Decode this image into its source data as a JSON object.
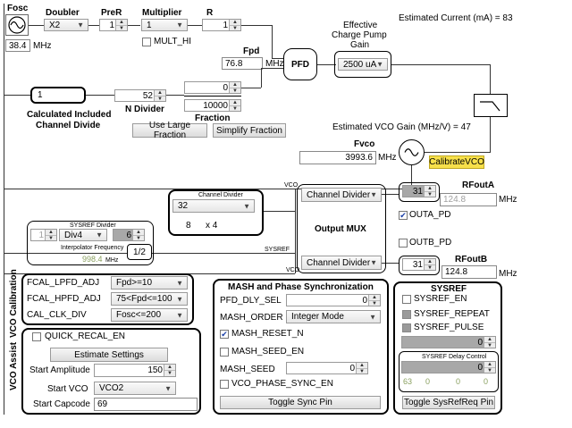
{
  "top": {
    "fosc_label": "Fosc",
    "fosc_value": "38.4",
    "fosc_unit": "MHz",
    "doubler_label": "Doubler",
    "doubler_value": "X2",
    "prer_label": "PreR",
    "prer_value": "1",
    "multiplier_label": "Multiplier",
    "multiplier_value": "1",
    "r_label": "R",
    "r_value": "1",
    "mult_hi_label": "MULT_HI",
    "fpd_label": "Fpd",
    "fpd_value": "76.8",
    "fpd_unit": "MHz",
    "pfd_label": "PFD",
    "charge_pump_label_1": "Effective",
    "charge_pump_label_2": "Charge Pump",
    "charge_pump_label_3": "Gain",
    "charge_pump_value": "2500 uA",
    "estimated_current": "Estimated Current (mA) = 83"
  },
  "divider": {
    "included_value": "1",
    "calc_label_1": "Calculated Included",
    "calc_label_2": "Channel Divide",
    "n_value": "52",
    "n_label": "N Divider",
    "frac_num": "0",
    "frac_den": "10000",
    "fraction_label": "Fraction",
    "large_fraction_btn": "Use Large Fraction",
    "simplify_btn": "Simplify Fraction",
    "vco_gain": "Estimated VCO Gain (MHz/V) = 47",
    "fvco_label": "Fvco",
    "fvco_value": "3993.6",
    "fvco_unit": "MHz",
    "calibrate_btn": "CalibrateVCO"
  },
  "channel": {
    "vco_tag": "VCO",
    "title": "Channel Divider",
    "value": "32",
    "calc_a": "8",
    "calc_b": "x 4",
    "sel_a": "Channel Divider",
    "sel_b": "Channel Divider",
    "output_mux": "Output MUX",
    "sysref_tag": "SYSREF",
    "vco_tag2": "VCO"
  },
  "outputs": {
    "a_pwr": "31",
    "a_label": "RFoutA",
    "a_freq": "124.8",
    "a_unit": "MHz",
    "outa_pd": "OUTA_PD",
    "outb_pd": "OUTB_PD",
    "b_pwr": "31",
    "b_label": "RFoutB",
    "b_freq": "124.8",
    "b_unit": "MHz"
  },
  "sysref_div": {
    "title": "SYSREF Divider",
    "v1": "1",
    "sel": "Div4",
    "v2": "6",
    "interp_label": "Interpolator Frequency",
    "interp_value": "998.4",
    "interp_unit": "MHz",
    "ratio": "1/2"
  },
  "vco_cal": {
    "side_label": "VCO Calibration",
    "r1_label": "FCAL_LPFD_ADJ",
    "r1_value": "Fpd>=10",
    "r2_label": "FCAL_HPFD_ADJ",
    "r2_value": "75<Fpd<=100",
    "r3_label": "CAL_CLK_DIV",
    "r3_value": "Fosc<=200"
  },
  "vco_assist": {
    "side_label": "VCO Assist",
    "quick_recal": "QUICK_RECAL_EN",
    "estimate_btn": "Estimate Settings",
    "amp_label": "Start Amplitude",
    "amp_value": "150",
    "vco_label": "Start VCO",
    "vco_value": "VCO2",
    "cap_label": "Start Capcode",
    "cap_value": "69"
  },
  "mash": {
    "title": "MASH and Phase Synchronization",
    "pfd_dly_label": "PFD_DLY_SEL",
    "pfd_dly_value": "0",
    "order_label": "MASH_ORDER",
    "order_value": "Integer Mode",
    "reset_n": "MASH_RESET_N",
    "seed_en": "MASH_SEED_EN",
    "seed_label": "MASH_SEED",
    "seed_value": "0",
    "phase_sync": "VCO_PHASE_SYNC_EN",
    "toggle_btn": "Toggle Sync Pin"
  },
  "sysref": {
    "title": "SYSREF",
    "en": "SYSREF_EN",
    "repeat": "SYSREF_REPEAT",
    "pulse": "SYSREF_PULSE",
    "value1": "0",
    "delay_title": "SYSREF Delay Control",
    "delay_value": "0",
    "d1": "63",
    "d2": "0",
    "d3": "0",
    "d4": "0",
    "toggle_btn": "Toggle SysRefReq Pin"
  },
  "colors": {
    "calibrate_bg": "#f7e04a",
    "gray_text": "#a0a0a0",
    "green_text": "#8aa060"
  }
}
